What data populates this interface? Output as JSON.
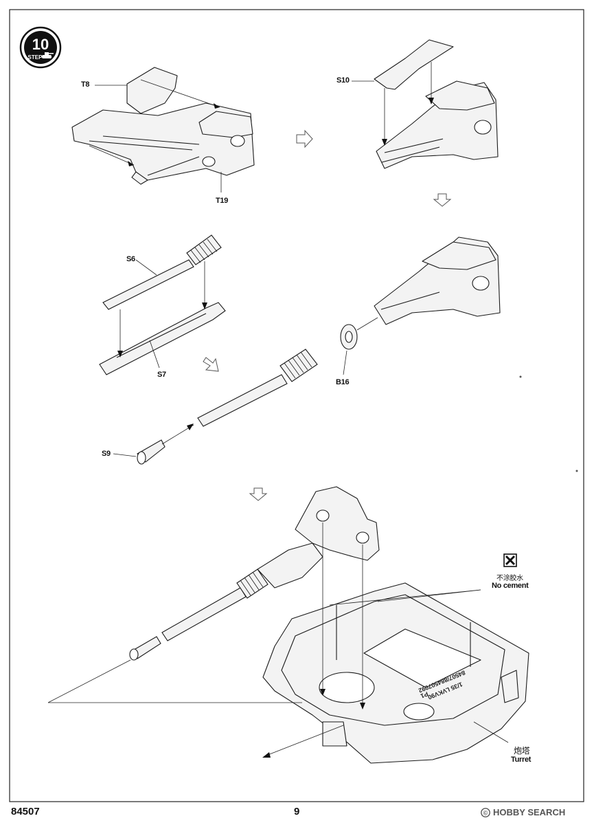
{
  "step": {
    "number": "10",
    "word": "STEP"
  },
  "parts": {
    "t8": "T8",
    "t19": "T19",
    "s10": "S10",
    "s6": "S6",
    "s7": "S7",
    "b16": "B16",
    "s9": "S9",
    "turret_decal_line1": "P1",
    "turret_decal_line2": "1/35 LVKV90",
    "turret_decal_line3": "84507/884507092"
  },
  "notes": {
    "no_cement_cn": "不涂胶水",
    "no_cement_en": "No cement",
    "turret_cn": "炮塔",
    "turret_en": "Turret"
  },
  "footer": {
    "code": "84507",
    "page": "9",
    "watermark_brand": "HOBBY SEARCH"
  },
  "colors": {
    "line": "#1a1a1a",
    "fill": "#f3f3f3",
    "accent": "#c8102e"
  },
  "icons": [
    "step-badge-icon",
    "no-cement-icon",
    "flow-arrow-icon",
    "tank-icon",
    "hobby-search-logo-icon"
  ]
}
